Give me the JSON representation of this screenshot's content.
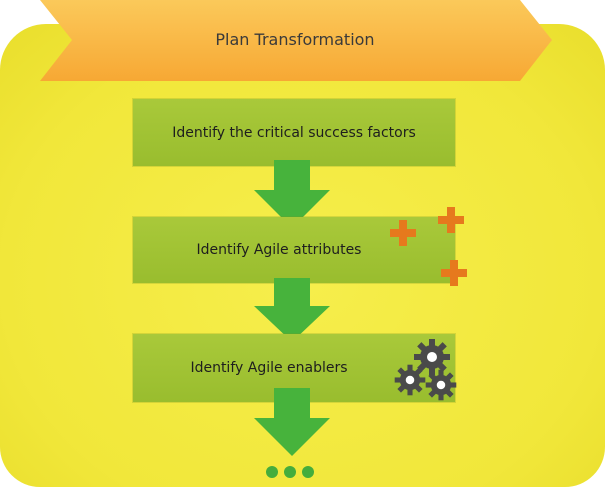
{
  "header": {
    "title": "Plan Transformation"
  },
  "steps": [
    {
      "label": "Identify the critical success factors"
    },
    {
      "label": "Identify Agile attributes"
    },
    {
      "label": "Identify Agile enablers"
    }
  ],
  "icons": {
    "plus": "plus-icon",
    "gear": "gear-icon",
    "ellipsis": "ellipsis-icon"
  },
  "colors": {
    "background": "#f1e73a",
    "header": "#f9ba44",
    "step": "#a4c434",
    "arrow": "#47b33c",
    "plus": "#e6791d",
    "gear": "#4a4a4a"
  }
}
